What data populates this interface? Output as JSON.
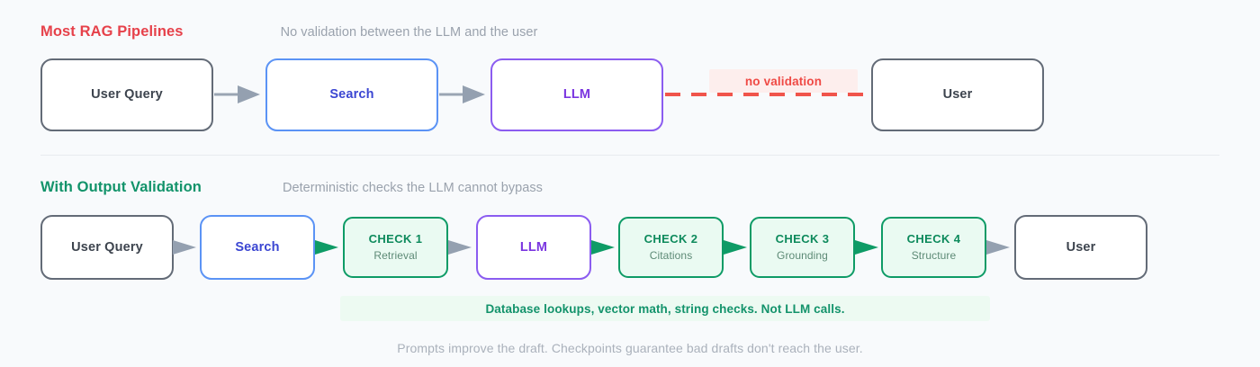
{
  "theme": {
    "background": "#f8fafc",
    "red": "#e6414a",
    "green": "#12936a",
    "blue": "#5b93f5",
    "purple": "#8b5cf0",
    "gray_border": "#636b77",
    "muted_text": "#9aa2ad",
    "check_fill": "#eafaf2",
    "badge_fill": "#fdeeed",
    "banner_fill": "#edfaf2",
    "arrow_gray": "#94a0b0",
    "arrow_green": "#0e9b66",
    "dash_red": "#f0544b"
  },
  "sections": [
    {
      "id": "most-rag-pipelines",
      "title": "Most RAG Pipelines",
      "subtitle": "No validation between the LLM and the user",
      "nodes": [
        {
          "id": "user-query",
          "label": "User Query",
          "sub": "",
          "style": "gray"
        },
        {
          "id": "search",
          "label": "Search",
          "sub": "",
          "style": "blue"
        },
        {
          "id": "llm",
          "label": "LLM",
          "sub": "",
          "style": "purple"
        },
        {
          "id": "user",
          "label": "User",
          "sub": "",
          "style": "gray"
        }
      ],
      "break_label": "no validation"
    },
    {
      "id": "with-output-validation",
      "title": "With Output Validation",
      "subtitle": "Deterministic checks the LLM cannot bypass",
      "nodes": [
        {
          "id": "user-query",
          "label": "User Query",
          "sub": "",
          "style": "gray"
        },
        {
          "id": "search",
          "label": "Search",
          "sub": "",
          "style": "blue"
        },
        {
          "id": "check-1",
          "label": "CHECK 1",
          "sub": "Retrieval",
          "style": "check"
        },
        {
          "id": "llm",
          "label": "LLM",
          "sub": "",
          "style": "purple"
        },
        {
          "id": "check-2",
          "label": "CHECK 2",
          "sub": "Citations",
          "style": "check"
        },
        {
          "id": "check-3",
          "label": "CHECK 3",
          "sub": "Grounding",
          "style": "check"
        },
        {
          "id": "check-4",
          "label": "CHECK 4",
          "sub": "Structure",
          "style": "check"
        },
        {
          "id": "user",
          "label": "User",
          "sub": "",
          "style": "gray"
        }
      ],
      "banner": "Database lookups, vector math, string checks. Not LLM calls."
    }
  ],
  "footer": "Prompts improve the draft. Checkpoints guarantee bad drafts don't reach the user."
}
